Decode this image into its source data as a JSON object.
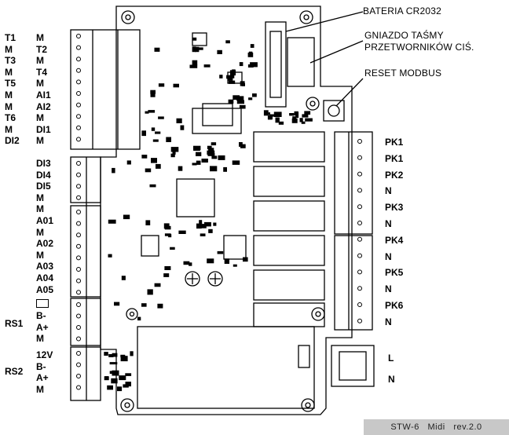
{
  "callouts": {
    "battery": "BATERIA CR2032",
    "ribbon_line1": "GNIAZDO TAŚMY",
    "ribbon_line2": "PRZETWORNIKÓW CIŚ.",
    "reset": "RESET MODBUS"
  },
  "left_labels_top": [
    {
      "a": "T1",
      "b": "M"
    },
    {
      "a": "M",
      "b": "T2"
    },
    {
      "a": "T3",
      "b": "M"
    },
    {
      "a": "M",
      "b": "T4"
    },
    {
      "a": "T5",
      "b": "M"
    },
    {
      "a": "M",
      "b": "AI1"
    },
    {
      "a": "M",
      "b": "AI2"
    },
    {
      "a": "T6",
      "b": "M"
    },
    {
      "a": "M",
      "b": "DI1"
    },
    {
      "a": "DI2",
      "b": "M"
    }
  ],
  "left_labels_mid": [
    "DI3",
    "DI4",
    "DI5",
    "M",
    "M",
    "A01",
    "M",
    "A02",
    "M",
    "A03",
    "A04",
    "A05"
  ],
  "rs1": {
    "name": "RS1",
    "pins": [
      "B-",
      "A+",
      "M"
    ]
  },
  "rs2": {
    "name": "RS2",
    "pins": [
      "12V",
      "B-",
      "A+",
      "M"
    ]
  },
  "right_labels": [
    "PK1",
    "PK1",
    "PK2",
    "N",
    "PK3",
    "N",
    "PK4",
    "N",
    "PK5",
    "N",
    "PK6",
    "N"
  ],
  "power_labels": [
    "L",
    "N"
  ],
  "revision": "STW-6   Midi   rev.2.0"
}
